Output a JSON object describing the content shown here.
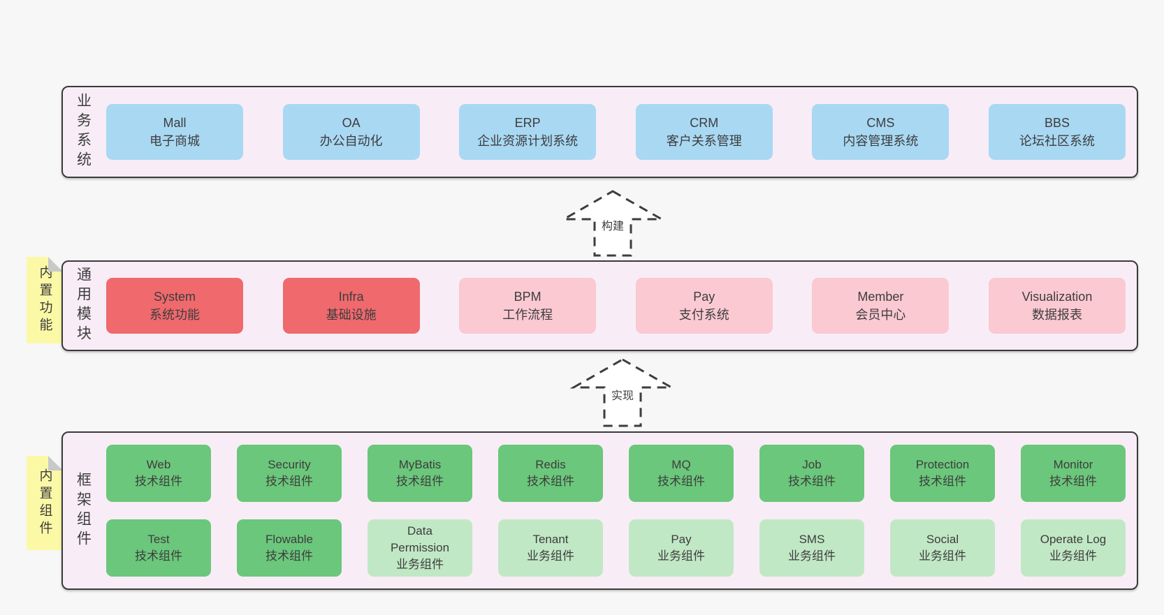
{
  "colors": {
    "page_bg": "#f7f7f7",
    "panel_bg": "#f8edf6",
    "border": "#3a3a3a",
    "text": "#3d3d3d",
    "blue": "#a9d8f3",
    "red": "#f0696d",
    "pink": "#fbc9d2",
    "green": "#6bc77b",
    "green_light": "#c1e8c5",
    "note_yellow": "#fbf9a6",
    "note_fold": "#c9c9c9",
    "arrow": "#3d3d3d"
  },
  "layers": [
    {
      "id": "business-systems",
      "label": "业务系统",
      "rows": [
        [
          {
            "title": "Mall",
            "subtitle": "电子商城",
            "variant": "blue"
          },
          {
            "title": "OA",
            "subtitle": "办公自动化",
            "variant": "blue"
          },
          {
            "title": "ERP",
            "subtitle": "企业资源计划系统",
            "variant": "blue"
          },
          {
            "title": "CRM",
            "subtitle": "客户关系管理",
            "variant": "blue"
          },
          {
            "title": "CMS",
            "subtitle": "内容管理系统",
            "variant": "blue"
          },
          {
            "title": "BBS",
            "subtitle": "论坛社区系统",
            "variant": "blue"
          }
        ]
      ]
    },
    {
      "id": "common-modules",
      "label": "通用模块",
      "note": "内置功能",
      "rows": [
        [
          {
            "title": "System",
            "subtitle": "系统功能",
            "variant": "red"
          },
          {
            "title": "Infra",
            "subtitle": "基础设施",
            "variant": "red"
          },
          {
            "title": "BPM",
            "subtitle": "工作流程",
            "variant": "pink"
          },
          {
            "title": "Pay",
            "subtitle": "支付系统",
            "variant": "pink"
          },
          {
            "title": "Member",
            "subtitle": "会员中心",
            "variant": "pink"
          },
          {
            "title": "Visualization",
            "subtitle": "数据报表",
            "variant": "pink"
          }
        ]
      ]
    },
    {
      "id": "framework-components",
      "label": "框架组件",
      "note": "内置组件",
      "rows": [
        [
          {
            "title": "Web",
            "subtitle": "技术组件",
            "variant": "green"
          },
          {
            "title": "Security",
            "subtitle": "技术组件",
            "variant": "green"
          },
          {
            "title": "MyBatis",
            "subtitle": "技术组件",
            "variant": "green"
          },
          {
            "title": "Redis",
            "subtitle": "技术组件",
            "variant": "green"
          },
          {
            "title": "MQ",
            "subtitle": "技术组件",
            "variant": "green"
          },
          {
            "title": "Job",
            "subtitle": "技术组件",
            "variant": "green"
          },
          {
            "title": "Protection",
            "subtitle": "技术组件",
            "variant": "green"
          },
          {
            "title": "Monitor",
            "subtitle": "技术组件",
            "variant": "green"
          }
        ],
        [
          {
            "title": "Test",
            "subtitle": "技术组件",
            "variant": "green"
          },
          {
            "title": "Flowable",
            "subtitle": "技术组件",
            "variant": "green"
          },
          {
            "title": "Data Permission",
            "subtitle": "业务组件",
            "variant": "green_light"
          },
          {
            "title": "Tenant",
            "subtitle": "业务组件",
            "variant": "green_light"
          },
          {
            "title": "Pay",
            "subtitle": "业务组件",
            "variant": "green_light"
          },
          {
            "title": "SMS",
            "subtitle": "业务组件",
            "variant": "green_light"
          },
          {
            "title": "Social",
            "subtitle": "业务组件",
            "variant": "green_light"
          },
          {
            "title": "Operate Log",
            "subtitle": "业务组件",
            "variant": "green_light"
          }
        ]
      ]
    }
  ],
  "arrows": [
    {
      "label": "构建"
    },
    {
      "label": "实现"
    }
  ]
}
